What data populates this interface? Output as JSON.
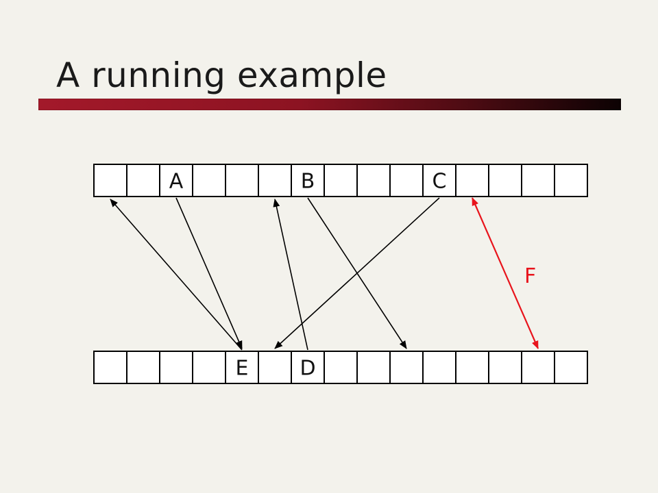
{
  "slide": {
    "title": "A running example"
  },
  "diagram": {
    "top_cells": [
      "",
      "",
      "A",
      "",
      "",
      "",
      "B",
      "",
      "",
      "",
      "C",
      "",
      "",
      "",
      ""
    ],
    "bottom_cells": [
      "",
      "",
      "",
      "",
      "E",
      "",
      "D",
      "",
      "",
      "",
      "",
      "",
      "",
      "",
      ""
    ],
    "arrows": [
      {
        "from": {
          "row": "bottom",
          "cell": 4
        },
        "to": {
          "row": "top",
          "cell": 0
        },
        "color": "#000000"
      },
      {
        "from": {
          "row": "top",
          "cell": 2
        },
        "to": {
          "row": "bottom",
          "cell": 4
        },
        "color": "#000000"
      },
      {
        "from": {
          "row": "bottom",
          "cell": 6
        },
        "to": {
          "row": "top",
          "cell": 5
        },
        "color": "#000000"
      },
      {
        "from": {
          "row": "top",
          "cell": 6
        },
        "to": {
          "row": "bottom",
          "cell": 9
        },
        "color": "#000000"
      },
      {
        "from": {
          "row": "top",
          "cell": 10
        },
        "to": {
          "row": "bottom",
          "cell": 5
        },
        "color": "#000000"
      },
      {
        "from": {
          "row": "top",
          "cell": 11
        },
        "to": {
          "row": "bottom",
          "cell": 13
        },
        "color": "#e8141c",
        "bidirectional": true,
        "label": "F"
      }
    ],
    "label_color": "#e8141c"
  }
}
